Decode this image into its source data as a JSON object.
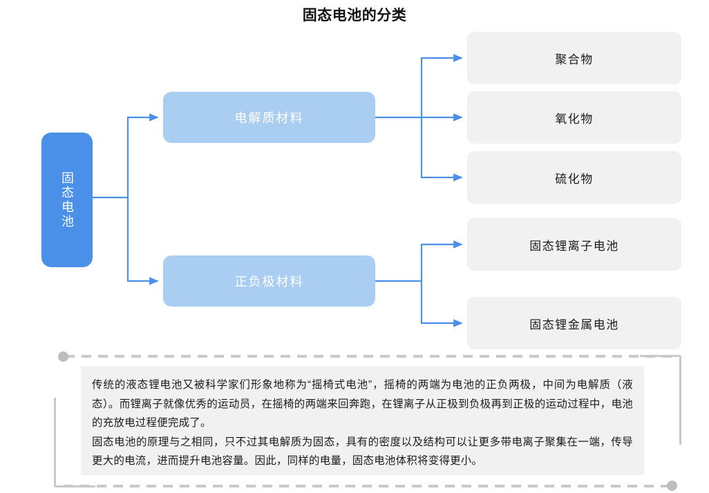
{
  "page": {
    "title": "固态电池的分类",
    "background_color": "#ffffff"
  },
  "colors": {
    "root_node": "#4a90e8",
    "mid_node": "#aacdf2",
    "leaf_node": "#f1f1f1",
    "connector": "#4a90e8",
    "frame": "#c9c9c9",
    "note_panel": "#f1f1f1",
    "title_text": "#121212"
  },
  "diagram": {
    "type": "tree",
    "root": {
      "label": "固态电池",
      "orientation": "vertical-text"
    },
    "branches": [
      {
        "label": "电解质材料",
        "children": [
          {
            "label": "聚合物"
          },
          {
            "label": "氧化物"
          },
          {
            "label": "硫化物"
          }
        ]
      },
      {
        "label": "正负极材料",
        "children": [
          {
            "label": "固态锂离子电池"
          },
          {
            "label": "固态锂金属电池"
          }
        ]
      }
    ]
  },
  "note": {
    "paragraphs": [
      "传统的液态锂电池又被科学家们形象地称为“摇椅式电池”，摇椅的两端为电池的正负两极，中间为电解质（液态）。而锂离子就像优秀的运动员，在摇椅的两端来回奔跑，在锂离子从正极到负极再到正极的运动过程中，电池的充放电过程便完成了。",
      "固态电池的原理与之相同，只不过其电解质为固态，具有的密度以及结构可以让更多带电离子聚集在一端，传导更大的电流，进而提升电池容量。因此，同样的电量，固态电池体积将变得更小。"
    ]
  }
}
